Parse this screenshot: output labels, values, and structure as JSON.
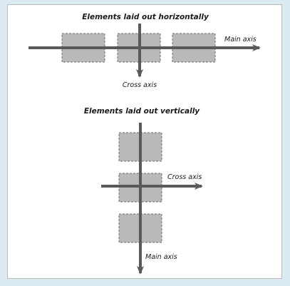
{
  "colors": {
    "background": "#dcebf2",
    "panel": "#ffffff",
    "box_fill": "#b9b9b9",
    "box_border": "#6e6e6e",
    "arrow": "#5a5a5a",
    "text": "#1a1a1a"
  },
  "horizontal": {
    "title": "Elements laid out horizontally",
    "main_axis_label": "Main axis",
    "cross_axis_label": "Cross axis",
    "element_count": 3
  },
  "vertical": {
    "title": "Elements laid out vertically",
    "main_axis_label": "Main axis",
    "cross_axis_label": "Cross axis",
    "element_count": 3
  }
}
